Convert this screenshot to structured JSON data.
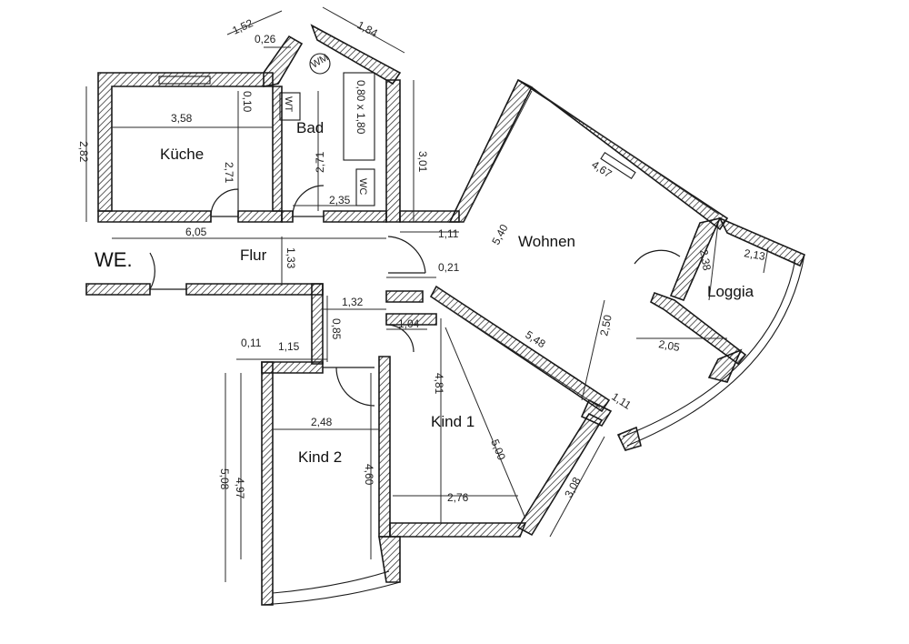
{
  "rooms": {
    "kueche": "Küche",
    "bad": "Bad",
    "flur": "Flur",
    "wohnen": "Wohnen",
    "loggia": "Loggia",
    "kind1": "Kind 1",
    "kind2": "Kind 2",
    "entry": "WE."
  },
  "dimensions": {
    "kueche_width": "3,58",
    "kueche_depth": "2,71",
    "kueche_outer": "2,82",
    "bad_width_top": "1,84",
    "bad_wall": "0,26",
    "bad_diag": "1,52",
    "bad_depth": "2,71",
    "bad_side": "3,01",
    "bad_bottom": "2,35",
    "bad_small": "0,10",
    "tub": "0,80 x 1,80",
    "flur_length": "6,05",
    "flur_width": "1,33",
    "flur_right": "1,11",
    "flur_small": "0,21",
    "flur_step": "1,32",
    "flur_door": "1,04",
    "flur_side": "0,85",
    "wohnen_top": "4,67",
    "wohnen_side": "5,40",
    "wohnen_bottom": "5,48",
    "wohnen_inner": "2,50",
    "loggia_depth": "2,38",
    "loggia_width": "2,13",
    "loggia_inner": "2,05",
    "loggia_wall": "1,11",
    "kind1_depth": "4,81",
    "kind1_width": "2,76",
    "kind1_diag": "5,00",
    "kind1_side": "3,08",
    "kind2_width": "2,48",
    "kind2_depth": "4,60",
    "kind2_inner": "4,97",
    "kind2_outer": "5,08",
    "kind2_wall": "0,11",
    "kind2_step": "1,15"
  },
  "tags": {
    "wm": "WM",
    "wt": "WT",
    "wc": "WC"
  }
}
